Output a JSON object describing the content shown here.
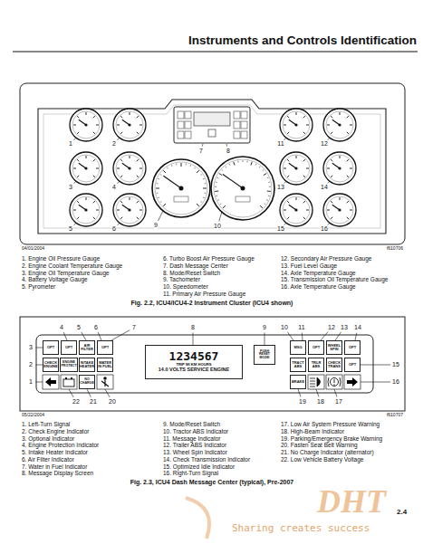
{
  "diagram": {
    "title": "Instruments and Controls Identification",
    "caption": "Fig. 2.2, ICU4/ICU4-2 Instrument Cluster (ICU4 shown)",
    "nodes": [
      {
        "text": [
          "OPT"
        ]
      },
      {
        "text": [
          "OPT"
        ]
      },
      {
        "text": [
          "AIR FILTER"
        ]
      },
      {
        "text": [
          "OPT"
        ]
      },
      {
        "text": [
          "1234567",
          "TRIP MI KM HOURS",
          "14.0 VOLTS SERVICE ENGINE"
        ]
      },
      {
        "text": [
          "PUSH RESET MODE"
        ]
      },
      {
        "text": [
          "MSG"
        ]
      },
      {
        "text": [
          "OPT"
        ]
      },
      {
        "text": [
          "WHEEL SPIN"
        ]
      },
      {
        "text": [
          "OPT"
        ]
      },
      {
        "text": [
          "CHECK ENGINE"
        ]
      },
      {
        "text": [
          "ENGINE PROTECT"
        ]
      },
      {
        "text": [
          "INTAKE HEATER"
        ]
      },
      {
        "text": [
          "WATER IN FUEL"
        ]
      },
      {
        "text": [
          "TRACT ABS"
        ]
      },
      {
        "text": [
          "TRLR ABS"
        ]
      },
      {
        "text": [
          "CHECK TRANS"
        ]
      },
      {
        "text": [
          "OPT"
        ]
      },
      {
        "text": [
          "NO CHARGE"
        ]
      },
      {
        "text": [
          "BRAKE"
        ]
      }
    ],
    "labels": [
      "04/01/2004",
      "f610706",
      "1. Engine Oil Pressure Gauge",
      "2. Engine Coolant Temperature Gauge",
      "3. Engine Oil Temperature Gauge",
      "4. Battery Voltage Gauge",
      "5. Pyrometer",
      "6. Turbo Boost Air Pressure Gauge",
      "7. Dash Message Center",
      "8. Mode/Reset Switch",
      "9. Tachometer",
      "10. Speedometer",
      "11. Primary Air Pressure Gauge",
      "12. Secondary Air Pressure Gauge",
      "13. Fuel Level Gauge",
      "14. Axle Temperature Gauge",
      "15. Transmission Oil Temperature Gauge",
      "16. Axle Temperature Gauge",
      "1",
      "2",
      "3",
      "4",
      "5",
      "6",
      "7",
      "8",
      "9",
      "10",
      "11",
      "12",
      "13",
      "14",
      "15",
      "16",
      "Fig. 2.3, ICU4 Dash Message Center (typical), Pre-2007",
      "05/22/2004",
      "f610707",
      "1. Left-Turn Signal",
      "2. Check Engine Indicator",
      "3. Optional Indicator",
      "4. Engine Protection Indicator",
      "5. Intake Heater Indicator",
      "6. Air Filter Indicator",
      "7. Water in Fuel Indicator",
      "8. Message Display Screen",
      "9. Mode/Reset Switch",
      "10. Tractor ABS Indicator",
      "11. Message Indicator",
      "12. Trailer ABS Indicator",
      "13. Wheel Spin Indicator",
      "14. Check Transmission Indicator",
      "15. Optimized Idle Indicator",
      "16. Right-Turn Signal",
      "17. Low Air System Pressure Warning",
      "18. High-Beam Indicator",
      "19. Parking/Emergency Brake Warning",
      "20. Fasten Seat Belt Warning",
      "21. No Charge Indicator (alternator)",
      "22. Low Vehicle Battery Voltage",
      "1",
      "2",
      "3",
      "4",
      "5",
      "6",
      "7",
      "8",
      "9",
      "10",
      "11",
      "12",
      "13",
      "14",
      "15",
      "16",
      "17",
      "18",
      "19",
      "20",
      "21",
      "22",
      "2.4",
      "DHT",
      "Sharing creates success"
    ]
  }
}
